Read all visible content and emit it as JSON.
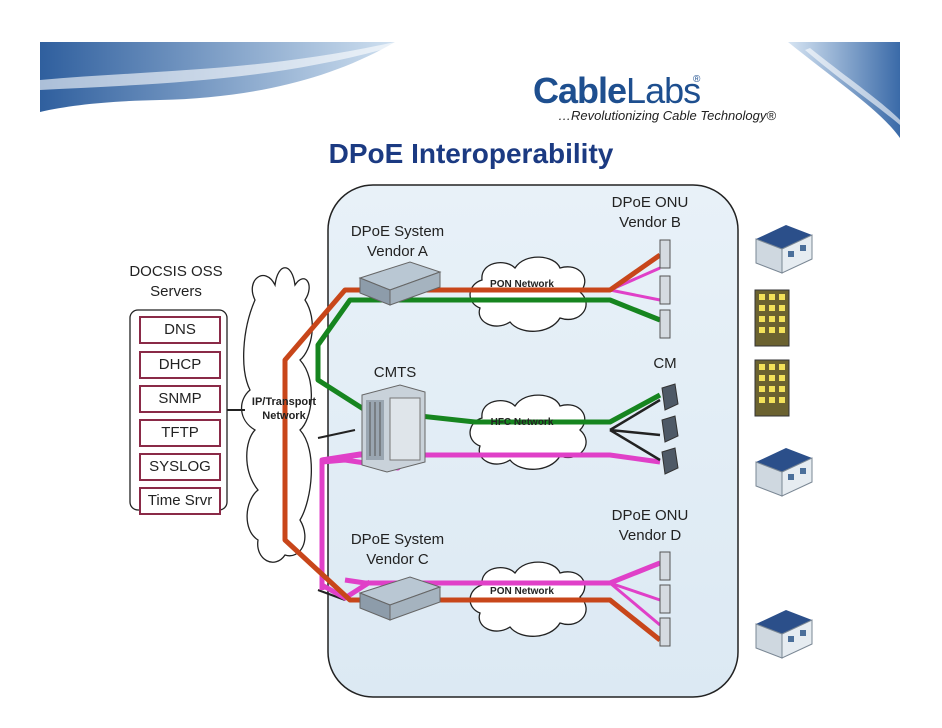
{
  "slide": {
    "title": "DPoE Interoperability",
    "logo": {
      "brand_bold": "Cable",
      "brand_light": "Labs",
      "registered": "®",
      "tagline": "…Revolutionizing Cable Technology®"
    }
  },
  "diagram": {
    "oss_title_line1": "DOCSIS OSS",
    "oss_title_line2": "Servers",
    "oss_servers": [
      "DNS",
      "DHCP",
      "SNMP",
      "TFTP",
      "SYSLOG",
      "Time Srvr"
    ],
    "ip_transport_line1": "IP/Transport",
    "ip_transport_line2": "Network",
    "dpoe_system_a": {
      "line1": "DPoE System",
      "line2": "Vendor A"
    },
    "cmts": "CMTS",
    "dpoe_system_c": {
      "line1": "DPoE System",
      "line2": "Vendor C"
    },
    "onu_b": {
      "line1": "DPoE ONU",
      "line2": "Vendor B"
    },
    "cm": "CM",
    "onu_d": {
      "line1": "DPoE ONU",
      "line2": "Vendor D"
    },
    "pon_network_top": "PON Network",
    "hfc_network": "HFC Network",
    "pon_network_bottom": "PON Network",
    "colors": {
      "orange_path": "#c8461a",
      "green_path": "#16851f",
      "pink_path": "#e040c8",
      "panel": "#e3eef6",
      "box_border": "#8a2a47",
      "title": "#1b3a82"
    }
  }
}
